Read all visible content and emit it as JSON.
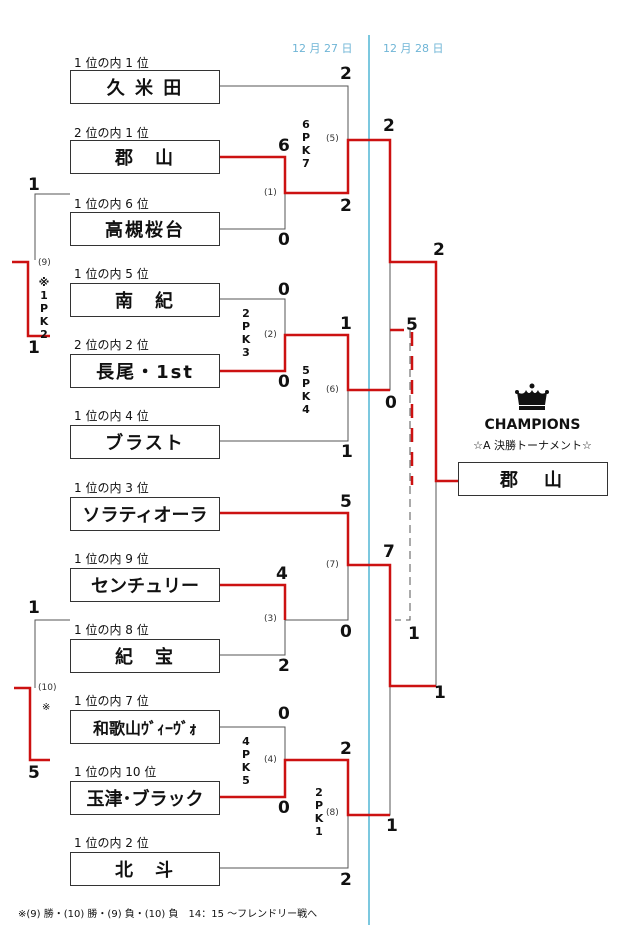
{
  "dates": {
    "day1": "12 月 27 日",
    "day2": "12 月 28 日"
  },
  "teams": [
    {
      "seed": "1 位の内 1 位",
      "name": "久 米 田"
    },
    {
      "seed": "2 位の内 1 位",
      "name": "郡　山"
    },
    {
      "seed": "1 位の内 6 位",
      "name": "高槻桜台"
    },
    {
      "seed": "1 位の内 5 位",
      "name": "南　紀"
    },
    {
      "seed": "2 位の内 2 位",
      "name": "長尾・1st"
    },
    {
      "seed": "1 位の内 4 位",
      "name": "ブラスト"
    },
    {
      "seed": "1 位の内 3 位",
      "name": "ソラティオーラ"
    },
    {
      "seed": "1 位の内 9 位",
      "name": "センチュリー"
    },
    {
      "seed": "1 位の内 8 位",
      "name": "紀　宝"
    },
    {
      "seed": "1 位の内 7 位",
      "name": "和歌山ｳﾞｨｰｳﾞｫ"
    },
    {
      "seed": "1 位の内 10 位",
      "name": "玉津･ブラック"
    },
    {
      "seed": "1 位の内 2 位",
      "name": "北　斗"
    }
  ],
  "scores": {
    "s_kumeda": "2",
    "s_koriyama": "6",
    "s_takatsuki": "0",
    "s_m1_upper": "2",
    "s_nanki": "0",
    "s_nagao": "0",
    "s_m2_upper": "1",
    "s_blast": "1",
    "s_m5_left": "2",
    "s_m6_left": "0",
    "s_final_top": "2",
    "s_sf1_dash": "5",
    "s_sorati": "5",
    "s_century": "4",
    "s_kiho": "2",
    "s_m3_lower": "0",
    "s_m7_right": "7",
    "s_sf2_dash": "1",
    "s_wakayama": "0",
    "s_tamatsu": "0",
    "s_m4_upper": "2",
    "s_hokuto": "2",
    "s_m8_left": "1",
    "s_final_bottom": "1",
    "s_p9_top": "1",
    "s_p9_bottom": "1",
    "s_p10_top": "1",
    "s_p10_bottom": "5"
  },
  "match_numbers": {
    "m1": "(1)",
    "m2": "(2)",
    "m3": "(3)",
    "m4": "(4)",
    "m5": "(5)",
    "m6": "(6)",
    "m7": "(7)",
    "m8": "(8)",
    "m9": "(9)",
    "m10": "(10)"
  },
  "pk_notes": {
    "m5": [
      "6",
      "P",
      "K",
      "7"
    ],
    "m2": [
      "2",
      "P",
      "K",
      "3"
    ],
    "m6": [
      "5",
      "P",
      "K",
      "4"
    ],
    "m4": [
      "4",
      "P",
      "K",
      "5"
    ],
    "m8": [
      "2",
      "P",
      "K",
      "1"
    ],
    "m9": [
      "※",
      "1",
      "P",
      "K",
      "2"
    ]
  },
  "m10_note": "※",
  "champion": {
    "title": "CHAMPIONS",
    "subtitle": "☆A 決勝トーナメント☆",
    "name": "郡　山"
  },
  "footnote": "※(9) 勝・(10) 勝・(9) 負・(10) 負　14：15 〜フレンドリー戦へ",
  "colors": {
    "winner_line": "#cc1111",
    "line": "#555555",
    "date_line": "#7cc8df"
  }
}
